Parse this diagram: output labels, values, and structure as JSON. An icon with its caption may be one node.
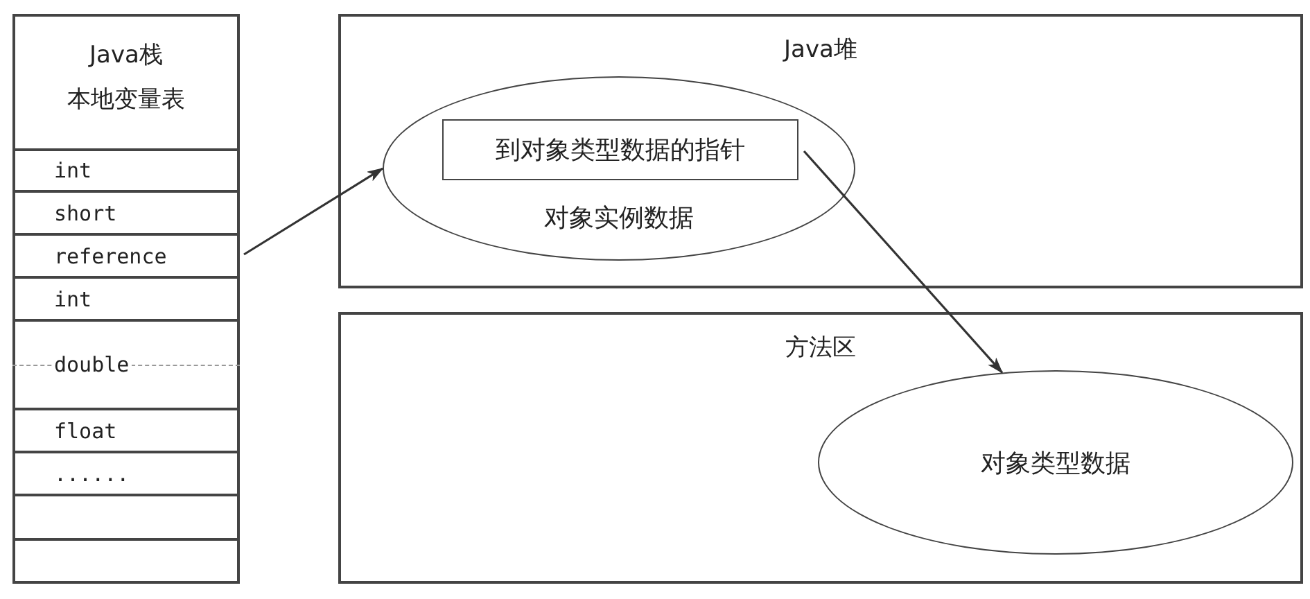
{
  "diagram": {
    "nodes": [
      {
        "text": [
          "Java栈",
          "本地变量表"
        ]
      },
      {
        "text": [
          "int"
        ],
        "in": 0
      },
      {
        "text": [
          "short"
        ],
        "in": 0
      },
      {
        "text": [
          "reference"
        ],
        "in": 0
      },
      {
        "text": [
          "int"
        ],
        "in": 0
      },
      {
        "text": [
          "double"
        ],
        "in": 0
      },
      {
        "text": [
          "float"
        ],
        "in": 0
      },
      {
        "text": [
          "......"
        ],
        "in": 0
      },
      {
        "text": [],
        "shape": "box",
        "in": 0
      },
      {
        "text": [],
        "shape": "box",
        "in": 0
      },
      {
        "text": [
          "Java堆"
        ]
      },
      {
        "text": [
          "对象实例数据"
        ],
        "in": 10
      },
      {
        "text": [
          "到对象类型数据的指针"
        ],
        "in": 11
      },
      {
        "text": [
          "方法区"
        ]
      },
      {
        "text": [
          "对象类型数据"
        ],
        "in": 13
      }
    ],
    "edges": [
      {
        "from": 3,
        "to": 11,
        "arrow": "to"
      },
      {
        "from": 12,
        "to": 14,
        "arrow": "to"
      }
    ]
  }
}
